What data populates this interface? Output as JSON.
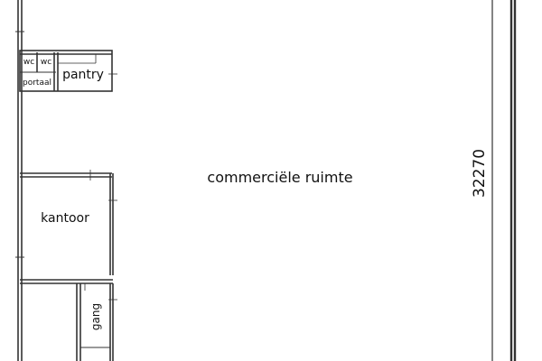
{
  "rooms": {
    "wc1": "wc",
    "wc2": "wc",
    "portaal": "portaal",
    "pantry": "pantry",
    "kantoor": "kantoor",
    "gang": "gang",
    "commercial": "commerciële ruimte"
  },
  "dimension": "32270"
}
